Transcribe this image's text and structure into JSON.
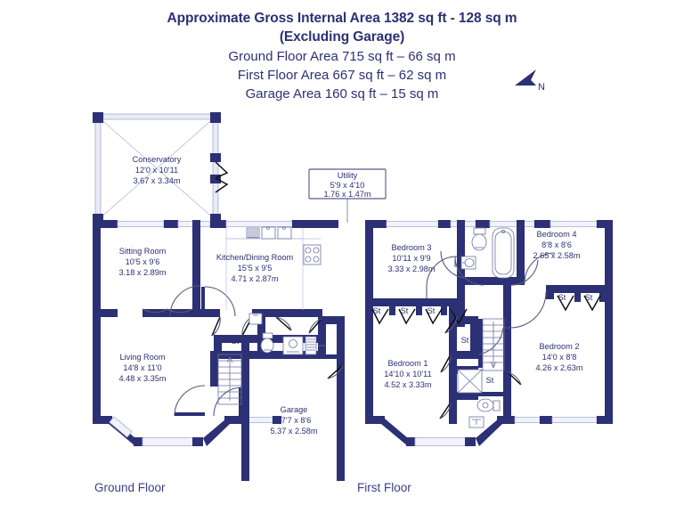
{
  "header": {
    "line1": "Approximate Gross Internal Area 1382 sq ft - 128 sq m",
    "line2": "(Excluding Garage)",
    "line3": "Ground Floor Area 715 sq ft – 66 sq m",
    "line4": "First Floor Area 667 sq ft – 62 sq m",
    "line5": "Garage Area 160 sq ft – 15 sq m"
  },
  "compass": {
    "label": "N"
  },
  "colors": {
    "wall": "#2c3075",
    "text": "#2c3075",
    "floor_label": "#3a3f86",
    "glazing": "#e9ebf5",
    "window": "#f2f3fa"
  },
  "floors": [
    {
      "key": "ground",
      "label": "Ground Floor"
    },
    {
      "key": "first",
      "label": "First Floor"
    }
  ],
  "ground_rooms": [
    {
      "name": "Conservatory",
      "imperial": "12'0 x 10'11",
      "metric": "3.67 x 3.34m"
    },
    {
      "name": "Sitting Room",
      "imperial": "10'5 x 9'6",
      "metric": "3.18 x 2.89m"
    },
    {
      "name": "Kitchen/Dining Room",
      "imperial": "15'5 x 9'5",
      "metric": "4.71 x 2.87m"
    },
    {
      "name": "Living Room",
      "imperial": "14'8 x 11'0",
      "metric": "4.48 x 3.35m"
    },
    {
      "name": "Garage",
      "imperial": "17'7 x 8'6",
      "metric": "5.37 x 2.58m"
    }
  ],
  "ground_callout": {
    "name": "Utility",
    "imperial": "5'9 x 4'10",
    "metric": "1.76 x 1.47m"
  },
  "ground_closets": [
    {
      "label": "St"
    }
  ],
  "first_rooms": [
    {
      "name": "Bedroom 3",
      "imperial": "10'11 x 9'9",
      "metric": "3.33 x 2.98m"
    },
    {
      "name": "Bedroom 4",
      "imperial": "8'8 x 8'6",
      "metric": "2.65 x 2.58m"
    },
    {
      "name": "Bedroom 1",
      "imperial": "14'10 x 10'11",
      "metric": "4.52 x 3.33m"
    },
    {
      "name": "Bedroom 2",
      "imperial": "14'0 x 8'8",
      "metric": "4.26 x 2.63m"
    }
  ],
  "first_closets": [
    {
      "label": "St"
    },
    {
      "label": "St"
    },
    {
      "label": "St"
    },
    {
      "label": "St"
    },
    {
      "label": "St"
    },
    {
      "label": "St"
    },
    {
      "label": "St"
    },
    {
      "label": "St"
    }
  ]
}
